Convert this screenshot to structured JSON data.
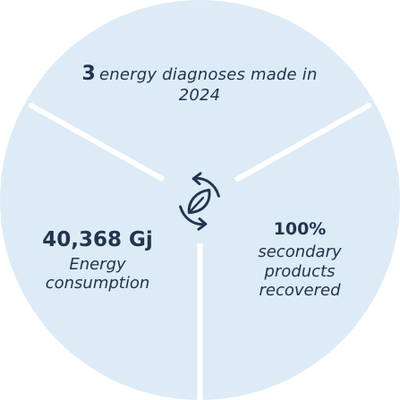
{
  "colors": {
    "circle_fill": "#ddebf6",
    "divider": "#ffffff",
    "text": "#22344f"
  },
  "center": {
    "icon": "leaf-recycle-icon"
  },
  "segments": {
    "top": {
      "number": "3",
      "text": "energy diagnoses made in 2024"
    },
    "left": {
      "value": "40,368 Gj",
      "caption_line1": "Energy",
      "caption_line2": "consumption"
    },
    "right": {
      "value": "100%",
      "caption_line1": "secondary",
      "caption_line2": "products",
      "caption_line3": "recovered"
    }
  }
}
